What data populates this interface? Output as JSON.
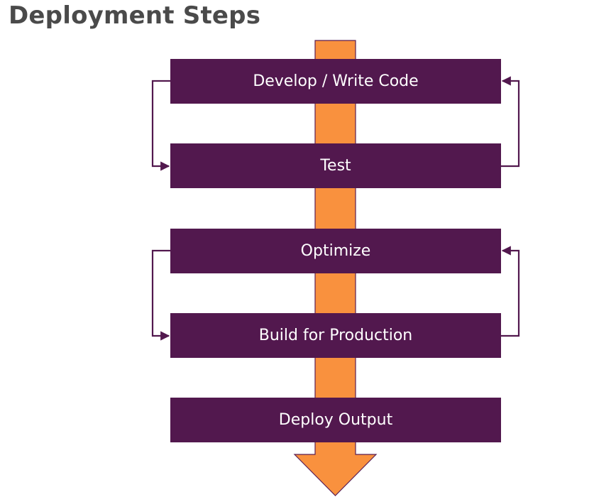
{
  "title": "Deployment Steps",
  "colors": {
    "box_fill": "#52184E",
    "arrow_fill": "#F9913E",
    "arrow_stroke": "#5a1f54",
    "connector": "#52184E",
    "title": "#4a4a4a"
  },
  "steps": [
    {
      "label": "Develop / Write Code"
    },
    {
      "label": "Test"
    },
    {
      "label": "Optimize"
    },
    {
      "label": "Build for Production"
    },
    {
      "label": "Deploy Output"
    }
  ],
  "loops": [
    {
      "between": [
        "Develop / Write Code",
        "Test"
      ],
      "left_direction": "down",
      "right_direction": "up"
    },
    {
      "between": [
        "Optimize",
        "Build for Production"
      ],
      "left_direction": "down",
      "right_direction": "up"
    }
  ]
}
